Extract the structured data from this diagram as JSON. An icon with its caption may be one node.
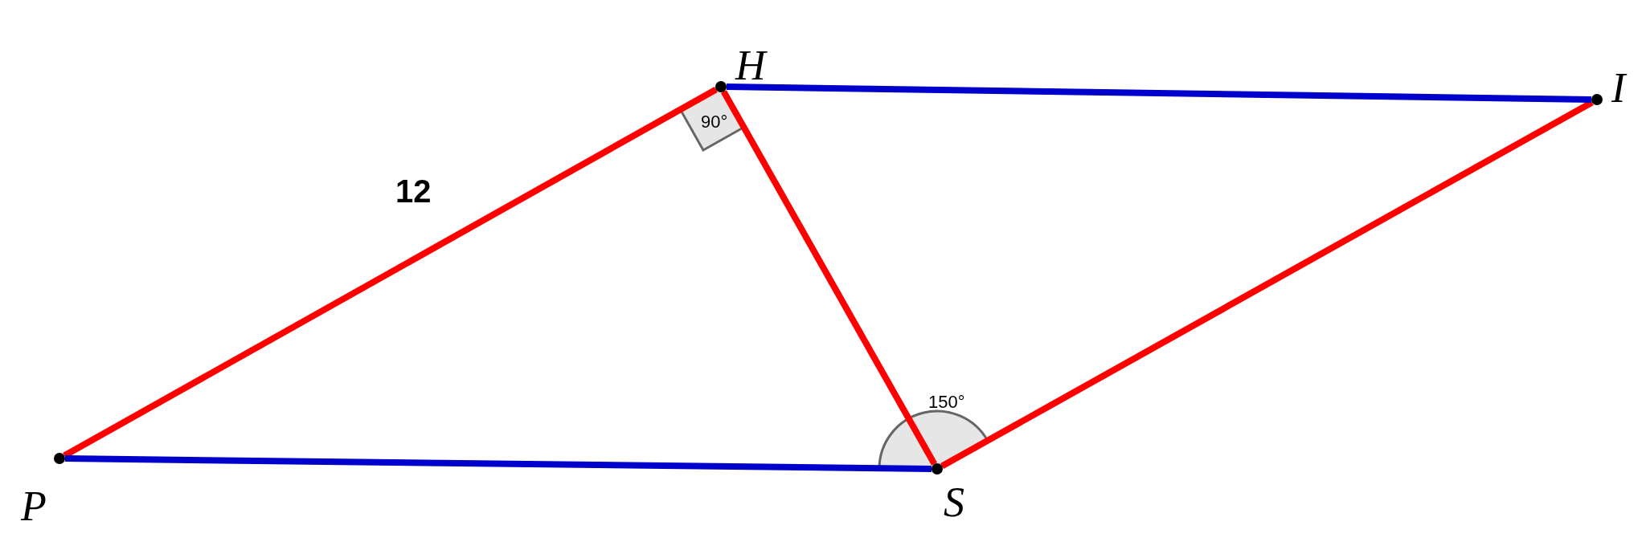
{
  "diagram": {
    "nodes": [
      {
        "text": [
          "H"
        ]
      },
      {
        "text": [
          "I"
        ]
      },
      {
        "text": [
          "P"
        ]
      },
      {
        "text": [
          "S"
        ]
      }
    ],
    "edges": [
      {
        "from": 2,
        "to": 0,
        "arrow": "none",
        "color": "#ff0000"
      },
      {
        "from": 0,
        "to": 3,
        "arrow": "none",
        "color": "#ff0000"
      },
      {
        "from": 3,
        "to": 1,
        "arrow": "none",
        "color": "#ff0000"
      },
      {
        "from": 0,
        "to": 1,
        "arrow": "none",
        "color": "#0000cc"
      },
      {
        "from": 2,
        "to": 3,
        "arrow": "none",
        "color": "#0000cc"
      }
    ],
    "labels": [
      "12",
      "90°",
      "150°"
    ]
  }
}
